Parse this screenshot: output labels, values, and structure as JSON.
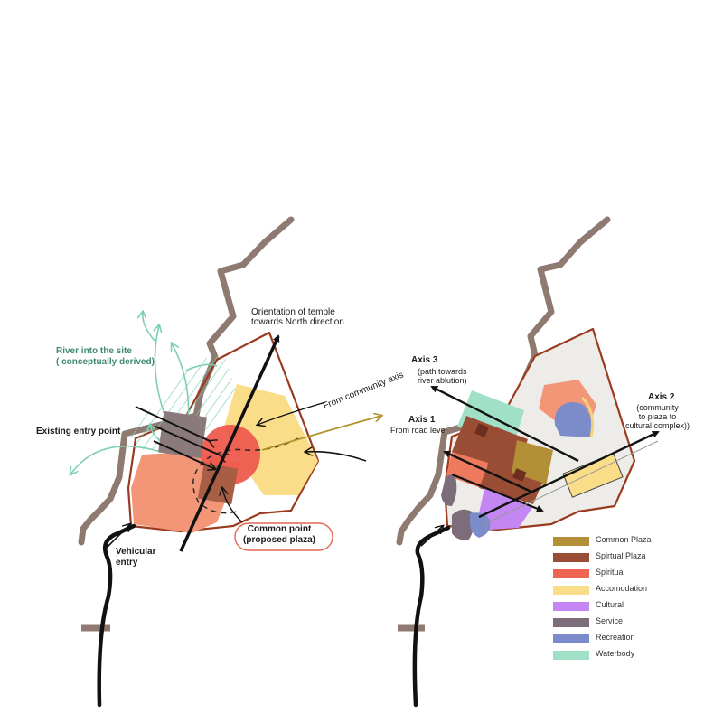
{
  "colors": {
    "common_plaza": "#b38f37",
    "spiritual_plaza": "#9a4d35",
    "spiritual": "#ee6653",
    "accomodation": "#f9dd88",
    "cultural": "#c386f2",
    "service": "#7d6c7a",
    "recreation": "#7c8cca",
    "waterbody": "#9fe0c7",
    "road": "#8f7a72",
    "boundary": "#9a3b20",
    "river_green": "#7fcfb2",
    "axis_gold": "#b3932c"
  },
  "left_diagram": {
    "orientation_label": "Orientation of temple\ntowards North direction",
    "river_label": "River into the site\n( conceptually derived)",
    "entry_label": "Existing entry point",
    "community_axis_label": "From community axis",
    "common_point_label": "Common point\n(proposed plaza)",
    "vehicular_label": "Vehicular\nentry"
  },
  "right_diagram": {
    "axis3": {
      "title": "Axis 3",
      "desc": "(path towards\nriver ablution)"
    },
    "axis1": {
      "title": "Axis 1",
      "desc": "From road level"
    },
    "axis2": {
      "title": "Axis 2",
      "desc": "(community\nto plaza to\ncultural complex))"
    }
  },
  "legend": [
    {
      "label": "Common Plaza",
      "color": "#b38f37"
    },
    {
      "label": "Spirtual Plaza",
      "color": "#9a4d35"
    },
    {
      "label": "Spiritual",
      "color": "#ee6653"
    },
    {
      "label": "Accomodation",
      "color": "#f9dd88"
    },
    {
      "label": "Cultural",
      "color": "#c386f2"
    },
    {
      "label": "Service",
      "color": "#7d6c7a"
    },
    {
      "label": "Recreation",
      "color": "#7c8cca"
    },
    {
      "label": "Waterbody",
      "color": "#9fe0c7"
    }
  ]
}
